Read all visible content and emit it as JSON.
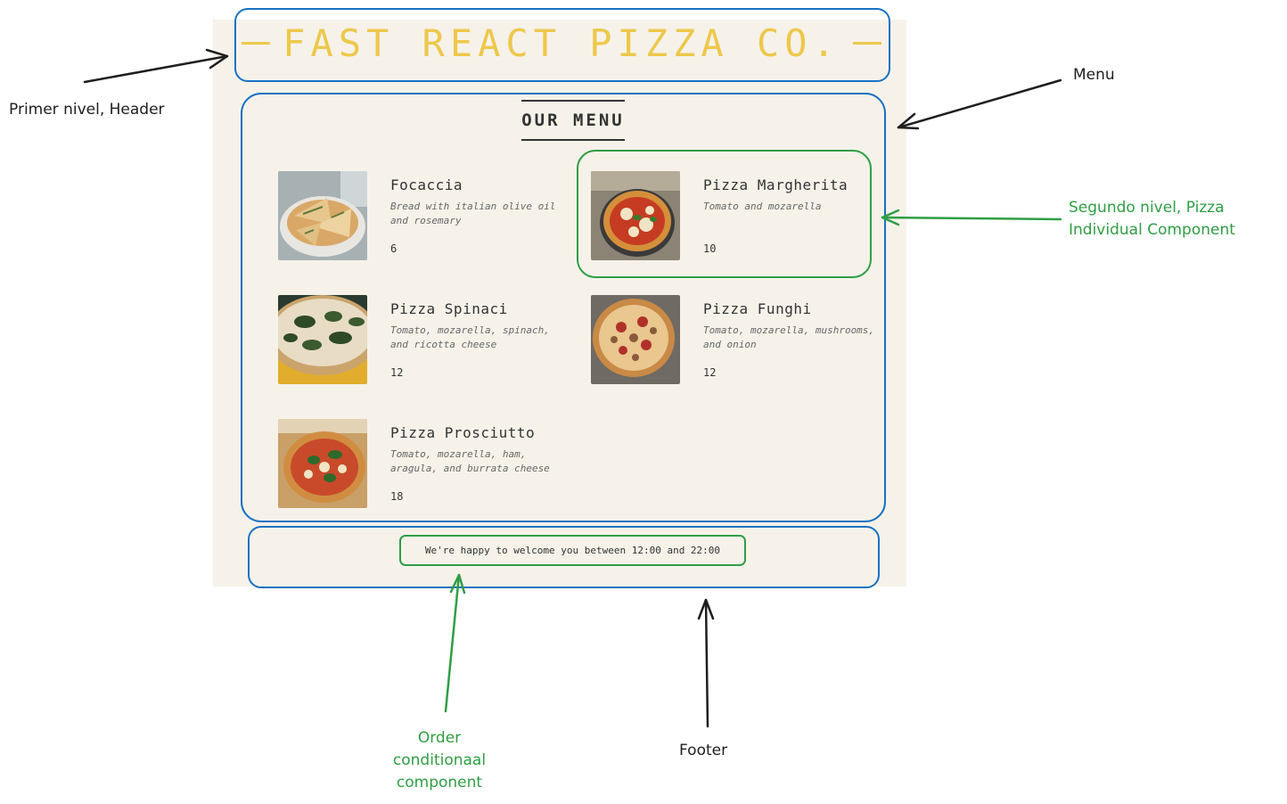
{
  "header": {
    "title": "FAST REACT PIZZA CO."
  },
  "menu": {
    "title": "OUR MENU",
    "pizzas": [
      {
        "name": "Focaccia",
        "ingredients": "Bread with italian olive oil and rosemary",
        "price": "6",
        "image": "focaccia-photo"
      },
      {
        "name": "Pizza Margherita",
        "ingredients": "Tomato and mozarella",
        "price": "10",
        "image": "margherita-photo"
      },
      {
        "name": "Pizza Spinaci",
        "ingredients": "Tomato, mozarella, spinach, and ricotta cheese",
        "price": "12",
        "image": "spinaci-photo"
      },
      {
        "name": "Pizza Funghi",
        "ingredients": "Tomato, mozarella, mushrooms, and onion",
        "price": "12",
        "image": "funghi-photo"
      },
      {
        "name": "Pizza Prosciutto",
        "ingredients": "Tomato, mozarella, ham, aragula, and burrata cheese",
        "price": "18",
        "image": "prosciutto-photo"
      }
    ]
  },
  "footer": {
    "message": "We're happy to welcome you between 12:00 and 22:00"
  },
  "annotations": {
    "header": "Primer nivel, Header",
    "menu": "Menu",
    "pizza_line1": "Segundo nivel, Pizza",
    "pizza_line2": "Individual Component",
    "order_line1": "Order",
    "order_line2": "conditionaal",
    "order_line3": "component",
    "footer": "Footer"
  },
  "colors": {
    "app_background": "#f6f2ea",
    "brand_yellow": "#edc84b",
    "outline_blue": "#1971c2",
    "annotation_green": "#2f9e44",
    "annotation_black": "#1e1e1e"
  }
}
